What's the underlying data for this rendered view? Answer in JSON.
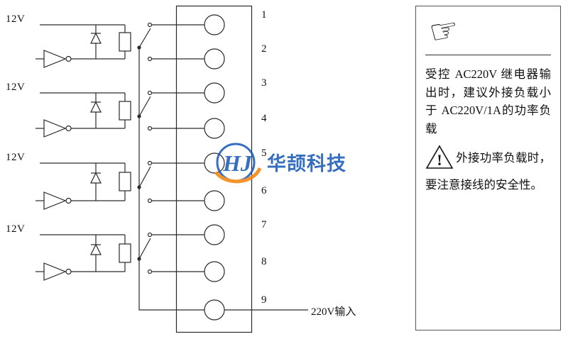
{
  "diagram": {
    "channel_labels": [
      "12V",
      "12V",
      "12V",
      "12V"
    ],
    "terminal_numbers": [
      "1",
      "2",
      "3",
      "4",
      "5",
      "6",
      "7",
      "8",
      "9"
    ],
    "input_label": "220V输入"
  },
  "watermark": {
    "logo_text": "HJ",
    "brand_text": "华颉科技",
    "blue": "#1b5cb8",
    "orange": "#f5860f"
  },
  "note_panel": {
    "hand_icon": "☞",
    "text1": "受控 AC220V 继电器输出时，建议外接负载小于 AC220V/1A的功率负载",
    "warning_mark": "!",
    "text2": "外接功率负载时，要注意接线的安全性。"
  }
}
